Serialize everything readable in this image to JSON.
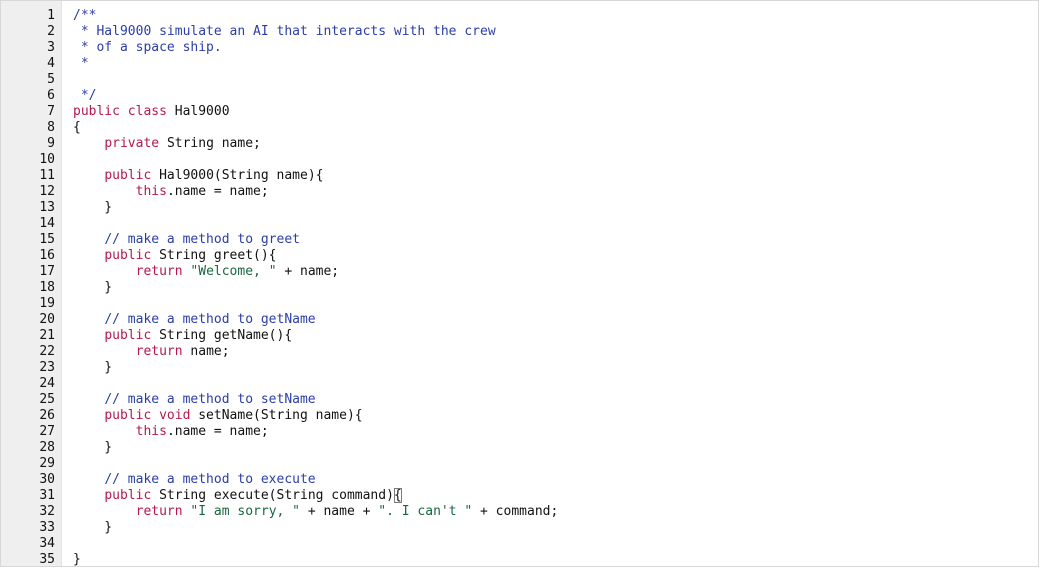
{
  "editor": {
    "lines": [
      {
        "n": "1",
        "tokens": [
          {
            "t": "/**",
            "k": "cmt"
          }
        ]
      },
      {
        "n": "2",
        "tokens": [
          {
            "t": " * Hal9000 simulate an AI that interacts with the crew",
            "k": "cmt"
          }
        ]
      },
      {
        "n": "3",
        "tokens": [
          {
            "t": " * of a space ship.",
            "k": "cmt"
          }
        ]
      },
      {
        "n": "4",
        "tokens": [
          {
            "t": " *",
            "k": "cmt"
          }
        ]
      },
      {
        "n": "5",
        "tokens": []
      },
      {
        "n": "6",
        "tokens": [
          {
            "t": " */",
            "k": "cmt"
          }
        ]
      },
      {
        "n": "7",
        "tokens": [
          {
            "t": "public class ",
            "k": "kw"
          },
          {
            "t": "Hal9000",
            "k": ""
          }
        ]
      },
      {
        "n": "8",
        "tokens": [
          {
            "t": "{",
            "k": ""
          }
        ]
      },
      {
        "n": "9",
        "tokens": [
          {
            "t": "    ",
            "k": ""
          },
          {
            "t": "private ",
            "k": "kw"
          },
          {
            "t": "String name;",
            "k": ""
          }
        ]
      },
      {
        "n": "10",
        "tokens": []
      },
      {
        "n": "11",
        "tokens": [
          {
            "t": "    ",
            "k": ""
          },
          {
            "t": "public ",
            "k": "kw"
          },
          {
            "t": "Hal9000(String name){",
            "k": ""
          }
        ]
      },
      {
        "n": "12",
        "tokens": [
          {
            "t": "        ",
            "k": ""
          },
          {
            "t": "this",
            "k": "kw"
          },
          {
            "t": ".name = name;",
            "k": ""
          }
        ]
      },
      {
        "n": "13",
        "tokens": [
          {
            "t": "    }",
            "k": ""
          }
        ]
      },
      {
        "n": "14",
        "tokens": []
      },
      {
        "n": "15",
        "tokens": [
          {
            "t": "    ",
            "k": ""
          },
          {
            "t": "// make a method to greet",
            "k": "cmt"
          }
        ]
      },
      {
        "n": "16",
        "tokens": [
          {
            "t": "    ",
            "k": ""
          },
          {
            "t": "public ",
            "k": "kw"
          },
          {
            "t": "String greet(){",
            "k": ""
          }
        ]
      },
      {
        "n": "17",
        "tokens": [
          {
            "t": "        ",
            "k": ""
          },
          {
            "t": "return ",
            "k": "kw"
          },
          {
            "t": "\"Welcome, \"",
            "k": "str"
          },
          {
            "t": " + name;",
            "k": ""
          }
        ]
      },
      {
        "n": "18",
        "tokens": [
          {
            "t": "    }",
            "k": ""
          }
        ]
      },
      {
        "n": "19",
        "tokens": []
      },
      {
        "n": "20",
        "tokens": [
          {
            "t": "    ",
            "k": ""
          },
          {
            "t": "// make a method to getName",
            "k": "cmt"
          }
        ]
      },
      {
        "n": "21",
        "tokens": [
          {
            "t": "    ",
            "k": ""
          },
          {
            "t": "public ",
            "k": "kw"
          },
          {
            "t": "String getName(){",
            "k": ""
          }
        ]
      },
      {
        "n": "22",
        "tokens": [
          {
            "t": "        ",
            "k": ""
          },
          {
            "t": "return ",
            "k": "kw"
          },
          {
            "t": "name;",
            "k": ""
          }
        ]
      },
      {
        "n": "23",
        "tokens": [
          {
            "t": "    }",
            "k": ""
          }
        ]
      },
      {
        "n": "24",
        "tokens": []
      },
      {
        "n": "25",
        "tokens": [
          {
            "t": "    ",
            "k": ""
          },
          {
            "t": "// make a method to setName",
            "k": "cmt"
          }
        ]
      },
      {
        "n": "26",
        "tokens": [
          {
            "t": "    ",
            "k": ""
          },
          {
            "t": "public void ",
            "k": "kw"
          },
          {
            "t": "setName(String name){",
            "k": ""
          }
        ]
      },
      {
        "n": "27",
        "tokens": [
          {
            "t": "        ",
            "k": ""
          },
          {
            "t": "this",
            "k": "kw"
          },
          {
            "t": ".name = name;",
            "k": ""
          }
        ]
      },
      {
        "n": "28",
        "tokens": [
          {
            "t": "    }",
            "k": ""
          }
        ]
      },
      {
        "n": "29",
        "tokens": []
      },
      {
        "n": "30",
        "tokens": [
          {
            "t": "    ",
            "k": ""
          },
          {
            "t": "// make a method to execute",
            "k": "cmt"
          }
        ]
      },
      {
        "n": "31",
        "tokens": [
          {
            "t": "    ",
            "k": ""
          },
          {
            "t": "public ",
            "k": "kw"
          },
          {
            "t": "String execute(String command)",
            "k": ""
          },
          {
            "t": "{",
            "k": "cursor"
          }
        ]
      },
      {
        "n": "32",
        "tokens": [
          {
            "t": "        ",
            "k": ""
          },
          {
            "t": "return ",
            "k": "kw"
          },
          {
            "t": "\"I am sorry, \"",
            "k": "str"
          },
          {
            "t": " + name + ",
            "k": ""
          },
          {
            "t": "\". I can't \"",
            "k": "str"
          },
          {
            "t": " + command;",
            "k": ""
          }
        ]
      },
      {
        "n": "33",
        "tokens": [
          {
            "t": "    }",
            "k": ""
          }
        ]
      },
      {
        "n": "34",
        "tokens": []
      },
      {
        "n": "35",
        "tokens": [
          {
            "t": "}",
            "k": ""
          }
        ]
      }
    ]
  }
}
